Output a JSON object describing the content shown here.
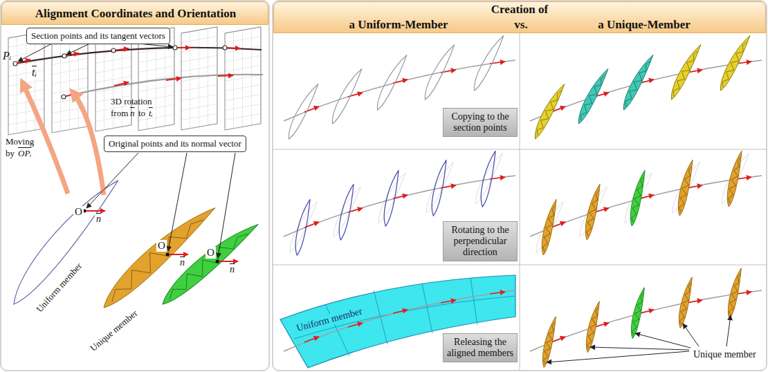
{
  "diagram": {
    "nodes": [
      {
        "text": [
          "Alignment Coordinates and Orientation"
        ]
      },
      {
        "text": [
          "Creation of",
          "a Uniform-Member",
          "vs.",
          "a Unique-Member"
        ]
      },
      {
        "text": [
          "Section points and its tangent vectors"
        ]
      },
      {
        "text": [
          "Original points and its normal vector"
        ]
      },
      {
        "text": [
          "Copying to the section points"
        ]
      },
      {
        "text": [
          "Rotating to the perpendicular direction"
        ]
      },
      {
        "text": [
          "Releasing the aligned members"
        ]
      }
    ],
    "labels": [
      "Pᵢ",
      "tᵢ",
      "3D rotation",
      "from",
      "n",
      "to",
      "tᵢ",
      "Moving",
      "by",
      "OPᵢ",
      "O",
      "n",
      "O",
      "n",
      "O",
      "n",
      "Uniform member",
      "Unique member",
      "Uniform member",
      "Unique member"
    ]
  }
}
